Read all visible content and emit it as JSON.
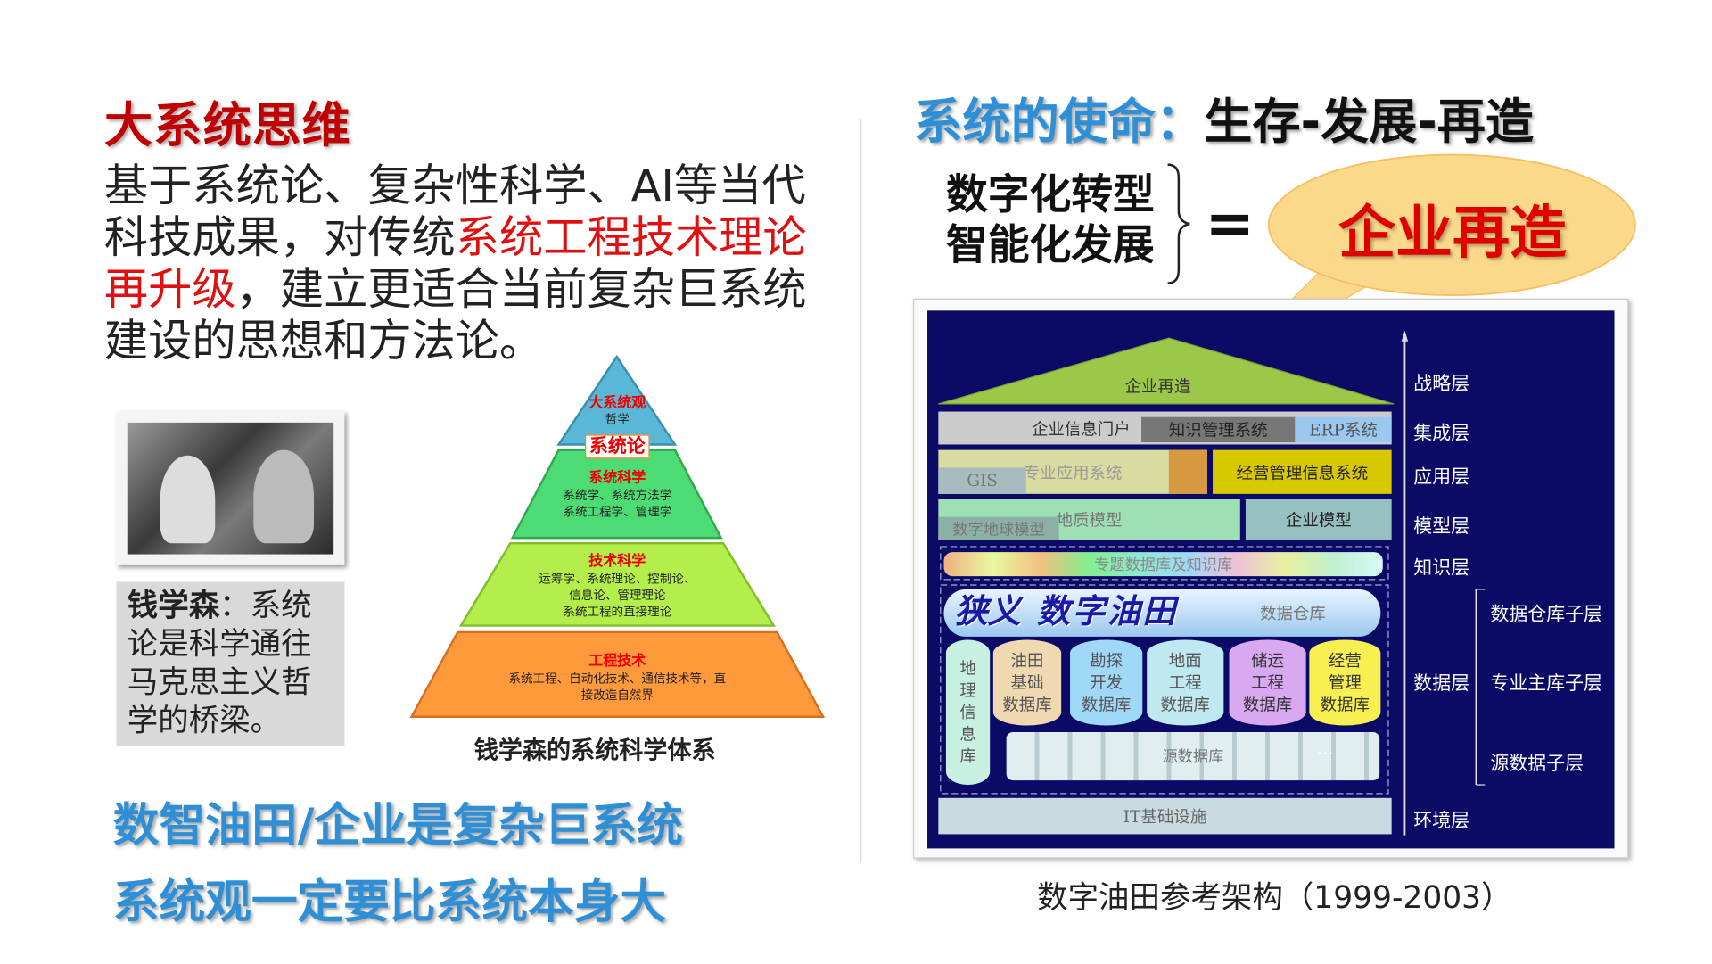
{
  "left": {
    "title": "大系统思维",
    "paragraph": {
      "part1": "基于系统论、复杂性科学、AI等当代科技成果，对传统",
      "highlight": "系统工程技术理论再升级",
      "part2": "，建立更适合当前复杂巨系统建设的思想和方法论。"
    },
    "quote": {
      "name": "钱学森",
      "text": "：系统论是科学通往马克思主义哲学的桥梁。"
    },
    "pyramid": {
      "top_title": "大系统观",
      "top_sub": "哲学",
      "badge": "系统论",
      "levels": [
        {
          "title": "系统科学",
          "lines": [
            "系统学、系统方法学",
            "系统工程学、管理学"
          ],
          "color": "#4ddc74"
        },
        {
          "title": "技术科学",
          "lines": [
            "运筹学、系统理论、控制论、",
            "信息论、管理理论",
            "系统工程的直接理论"
          ],
          "color": "#b4ee4a"
        },
        {
          "title": "工程技术",
          "lines": [
            "系统工程、自动化技术、通信技术等，直",
            "接改造自然界"
          ],
          "color": "#ff9a3c"
        }
      ],
      "caption": "钱学森的系统科学体系"
    },
    "slogans": [
      "数智油田/企业是复杂巨系统",
      "系统观一定要比系统本身大"
    ]
  },
  "right": {
    "title_blue": "系统的使命：",
    "title_black": "生存-发展-再造",
    "goals": [
      "数字化转型",
      "智能化发展"
    ],
    "equals": "=",
    "bubble": "企业再造",
    "arch": {
      "roof": "企业再造",
      "portal": "企业信息门户",
      "kms": "知识管理系统",
      "erp": "ERP系统",
      "gis": "GIS",
      "pro_app": "专业应用系统",
      "mis": "经营管理信息系统",
      "earth_model": "数字地球模型",
      "geo_model": "地质模型",
      "ent_model": "企业模型",
      "topic_db": "专题数据库及知识库",
      "warehouse": "数据仓库",
      "dbs": [
        {
          "lines": [
            "地",
            "理",
            "信",
            "息",
            "库"
          ]
        },
        {
          "lines": [
            "油田",
            "基础",
            "数据库"
          ]
        },
        {
          "lines": [
            "勘探",
            "开发",
            "数据库"
          ]
        },
        {
          "lines": [
            "地面",
            "工程",
            "数据库"
          ]
        },
        {
          "lines": [
            "储运",
            "工程",
            "数据库"
          ]
        },
        {
          "lines": [
            "经营",
            "管理",
            "数据库"
          ]
        }
      ],
      "source_db": "源数据库",
      "ellipsis": "…",
      "infra": "IT基础设施",
      "overlay1": "狭义",
      "overlay2": "数字油田",
      "layers": [
        "战略层",
        "集成层",
        "应用层",
        "模型层",
        "知识层",
        "数据层",
        "环境层"
      ],
      "sublayers": [
        "数据仓库子层",
        "专业主库子层",
        "源数据子层"
      ]
    },
    "caption": "数字油田参考架构（1999-2003）"
  }
}
